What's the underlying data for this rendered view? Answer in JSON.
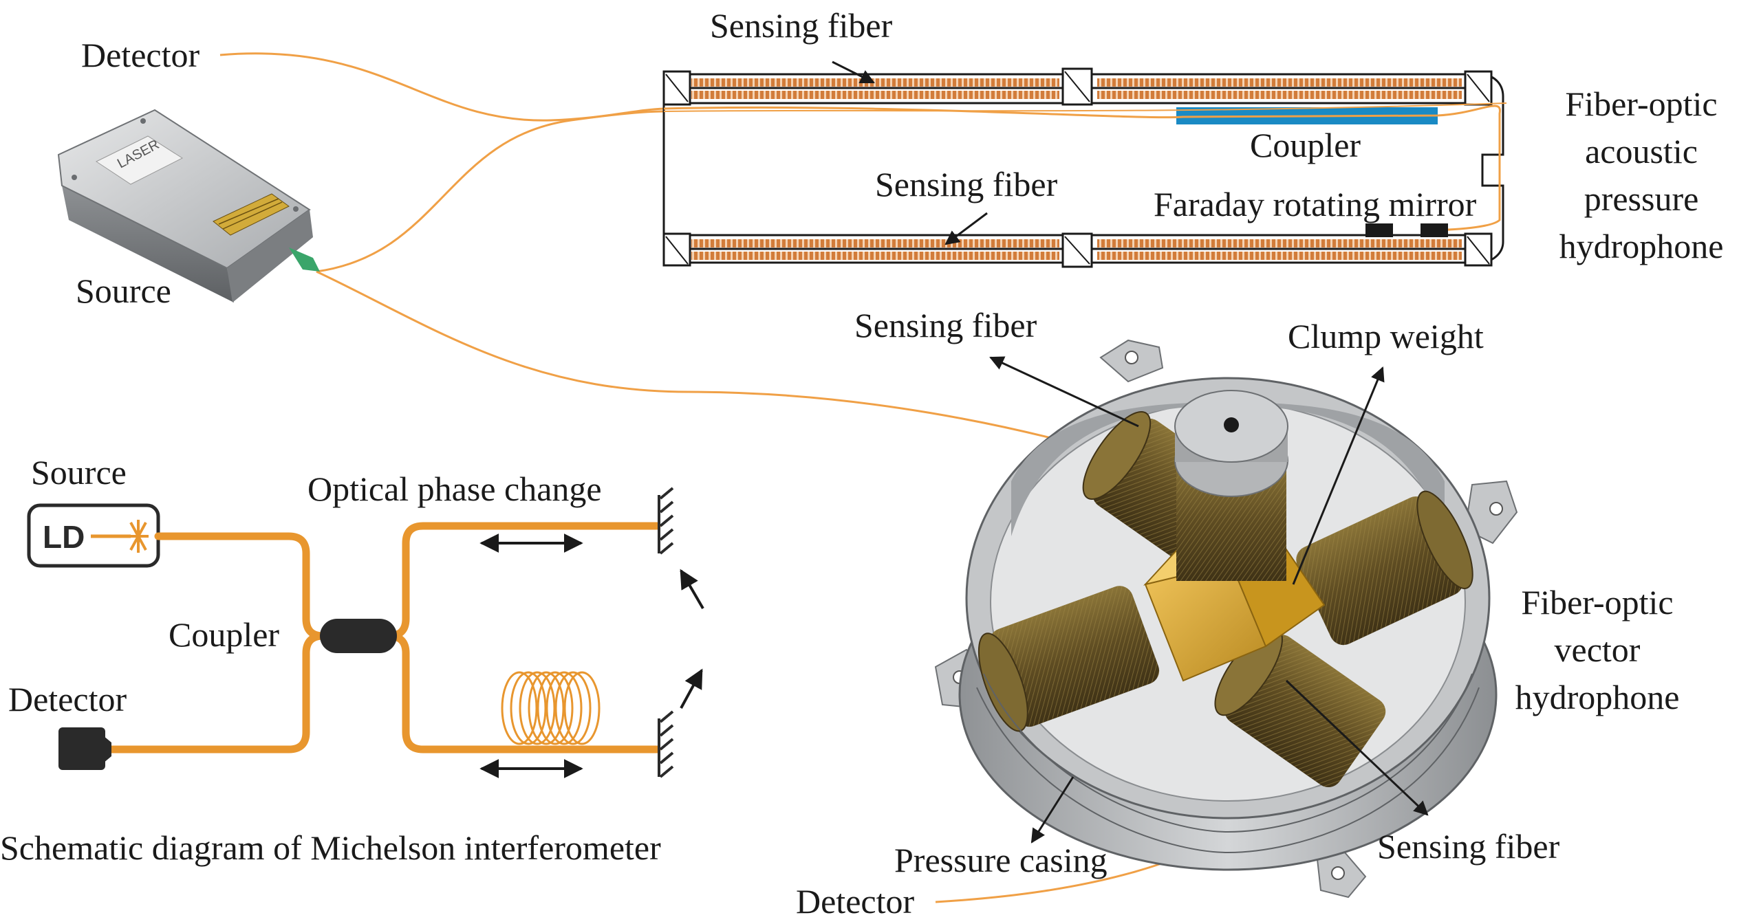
{
  "labels": {
    "detector_top": "Detector",
    "source_top": "Source",
    "laser_text": "LASER",
    "sensing_fiber_top": "Sensing fiber",
    "sensing_fiber_mid": "Sensing fiber",
    "coupler_top": "Coupler",
    "faraday_mirror": "Faraday rotating mirror",
    "acoustic_hydrophone": "Fiber-optic acoustic pressure hydrophone",
    "sensing_fiber_vector_upper": "Sensing fiber",
    "clump_weight": "Clump weight",
    "vector_hydrophone": "Fiber-optic vector hydrophone",
    "sensing_fiber_vector_lower": "Sensing fiber",
    "pressure_casing": "Pressure casing",
    "detector_bottom": "Detector",
    "source_schematic": "Source",
    "ld_text": "LD",
    "optical_phase_change": "Optical phase change",
    "coupler_schematic": "Coupler",
    "detector_schematic": "Detector",
    "schematic_caption": "Schematic diagram of Michelson interferometer"
  },
  "colors": {
    "fiber": "#f0a046",
    "schematic_fiber": "#e8962e",
    "coil": "#c97a3a",
    "coupler_bar": "#1a8ac4",
    "casing": "#b9bcbf",
    "casing_dark": "#7d8083",
    "gold_cube": "#d9a73a",
    "cylinder": "#6e5a2c",
    "ink": "#1a1a1a"
  }
}
